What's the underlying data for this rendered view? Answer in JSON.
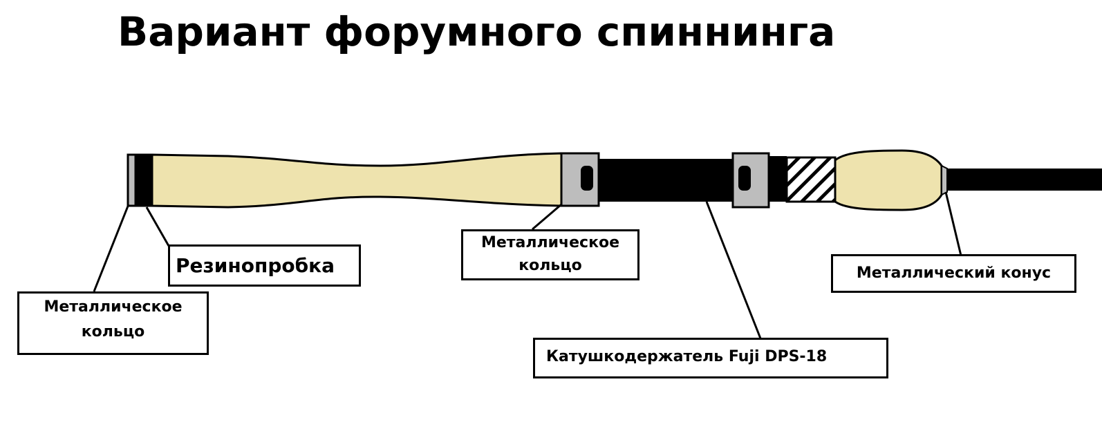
{
  "title": "Вариант форумного спиннинга",
  "labels": {
    "ring_left_line1": "Металлическое",
    "ring_left_line2": "кольцо",
    "butt_cap": "Резинопробка",
    "ring_mid_line1": "Металлическое",
    "ring_mid_line2": "кольцо",
    "cone": "Металлический конус",
    "reel_seat": "Катушкодержатель Fuji DPS-18"
  },
  "colors": {
    "cork": "#EEE3AE",
    "metal": "#BDBDBD",
    "blank": "#000000",
    "outline": "#000000"
  }
}
